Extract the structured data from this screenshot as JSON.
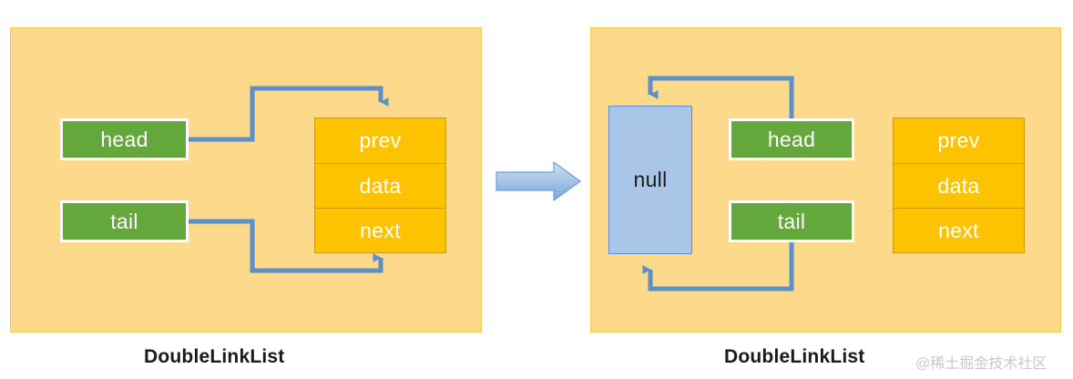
{
  "diagram": {
    "title": "DoubleLinkList transition diagram",
    "colors": {
      "panel_bg": "#fcd98b",
      "panel_border": "#f3c94e",
      "green_box": "#64a73b",
      "orange_cell": "#fdc300",
      "orange_cell_border": "#d39a0b",
      "null_box": "#a9c6e8",
      "null_box_border": "#5b8fc9",
      "connector": "#5b90c9",
      "transition_arrow": "#a8c4e4",
      "caption_text": "#1a1a1a",
      "watermark_text": "#c9c9c9"
    },
    "left_panel": {
      "caption": "DoubleLinkList",
      "pointers": [
        {
          "label": "head"
        },
        {
          "label": "tail"
        }
      ],
      "node": {
        "cells": [
          "prev",
          "data",
          "next"
        ]
      },
      "connections": [
        {
          "from": "head",
          "to": "prev",
          "direction": "into-top"
        },
        {
          "from": "tail",
          "to": "next",
          "direction": "into-bottom"
        }
      ]
    },
    "transition": {
      "arrow": "right-block-arrow"
    },
    "right_panel": {
      "caption": "DoubleLinkList",
      "null_box": {
        "label": "null"
      },
      "pointers": [
        {
          "label": "head"
        },
        {
          "label": "tail"
        }
      ],
      "node": {
        "cells": [
          "prev",
          "data",
          "next"
        ]
      },
      "connections": [
        {
          "from": "head",
          "to": "null",
          "direction": "into-top"
        },
        {
          "from": "tail",
          "to": "null",
          "direction": "into-bottom"
        }
      ]
    },
    "watermark": "@稀土掘金技术社区"
  }
}
